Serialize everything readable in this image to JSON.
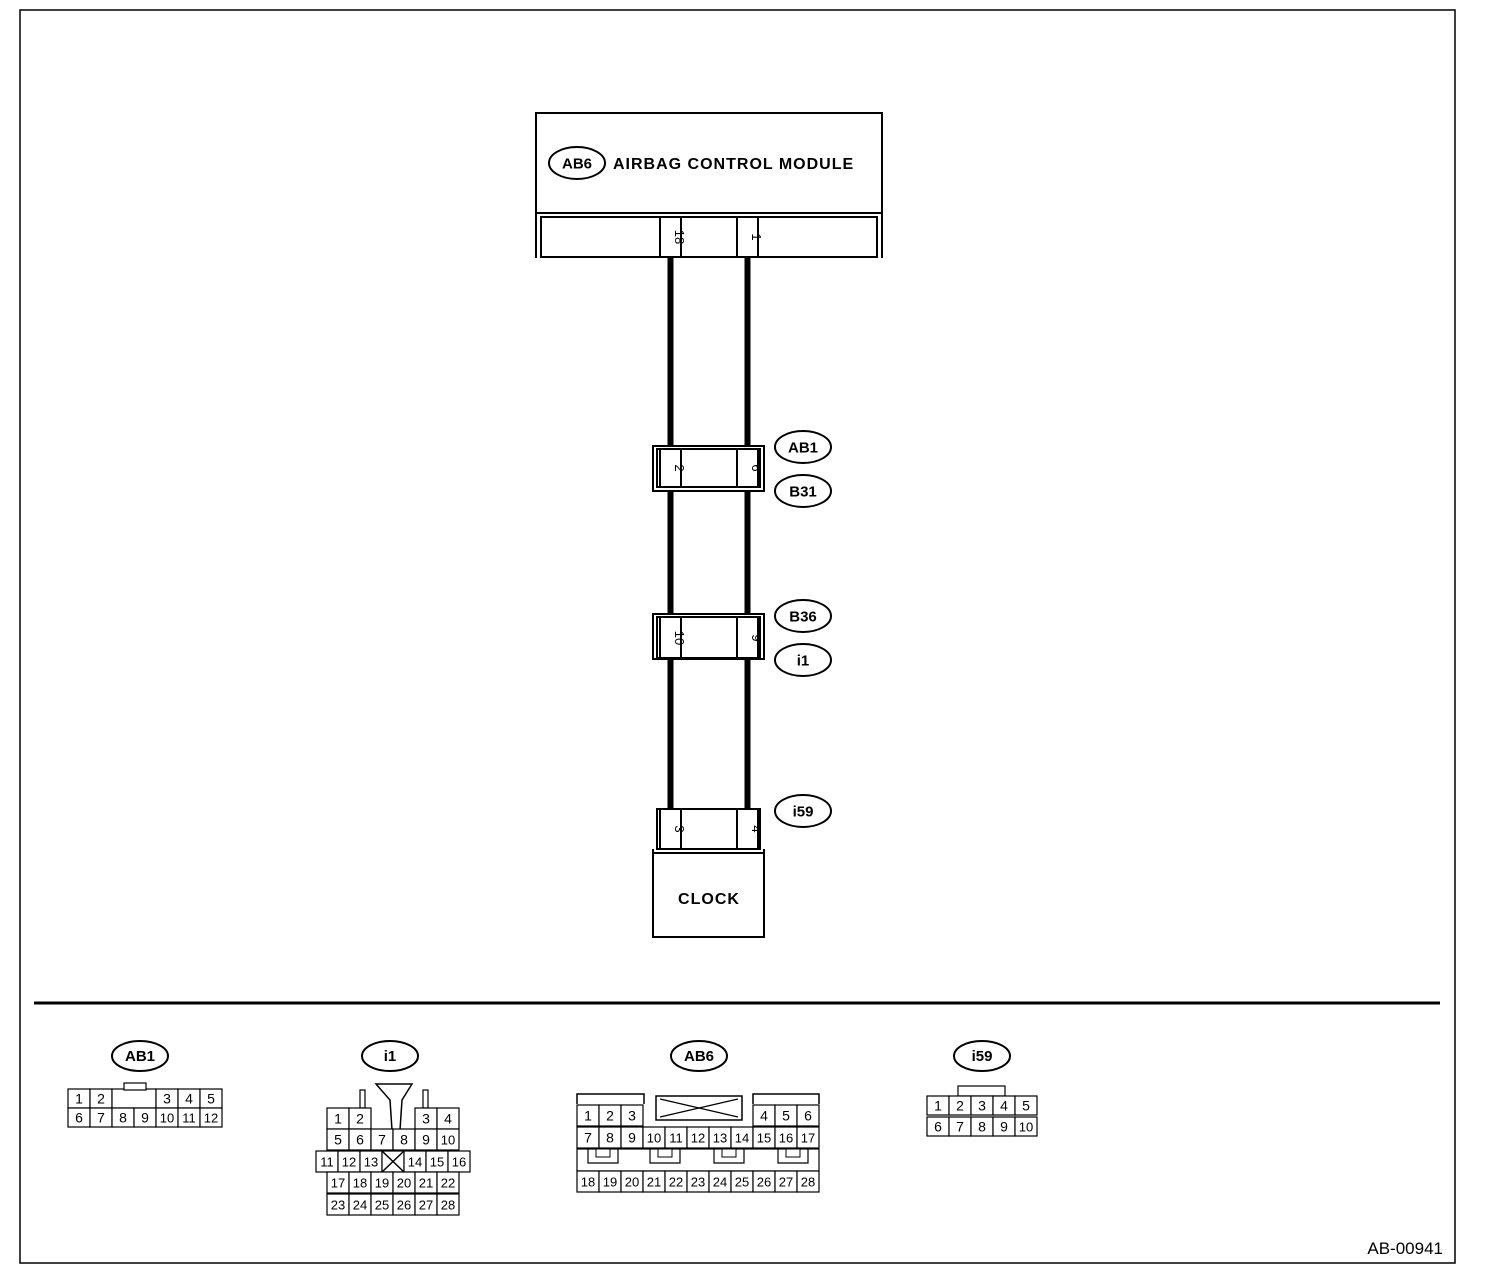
{
  "module": {
    "tag": "AB6",
    "title": "AIRBAG CONTROL MODULE",
    "pin_left": "18",
    "pin_right": "1"
  },
  "junctions": [
    {
      "tag_top": "AB1",
      "tag_bottom": "B31",
      "pin_left": "2",
      "pin_right": "6"
    },
    {
      "tag_top": "B36",
      "tag_bottom": "i1",
      "pin_left": "10",
      "pin_right": "9"
    }
  ],
  "clock": {
    "tag": "i59",
    "title": "CLOCK",
    "pin_left": "3",
    "pin_right": "4"
  },
  "connector_views": {
    "ab1": {
      "tag": "AB1",
      "row1": [
        "1",
        "2",
        "3",
        "4",
        "5"
      ],
      "row2": [
        "6",
        "7",
        "8",
        "9",
        "10",
        "11",
        "12"
      ]
    },
    "i1": {
      "tag": "i1",
      "row1": [
        "1",
        "2",
        "3",
        "4"
      ],
      "row2": [
        "5",
        "6",
        "7",
        "8",
        "9",
        "10"
      ],
      "row3": [
        "11",
        "12",
        "13",
        "14",
        "15",
        "16"
      ],
      "row4": [
        "17",
        "18",
        "19",
        "20",
        "21",
        "22"
      ],
      "row5": [
        "23",
        "24",
        "25",
        "26",
        "27",
        "28"
      ]
    },
    "ab6": {
      "tag": "AB6",
      "row1": [
        "1",
        "2",
        "3",
        "4",
        "5",
        "6"
      ],
      "row2": [
        "7",
        "8",
        "9",
        "10",
        "11",
        "12",
        "13",
        "14",
        "15",
        "16",
        "17"
      ],
      "row3": [
        "18",
        "19",
        "20",
        "21",
        "22",
        "23",
        "24",
        "25",
        "26",
        "27",
        "28"
      ]
    },
    "i59": {
      "tag": "i59",
      "row1": [
        "1",
        "2",
        "3",
        "4",
        "5"
      ],
      "row2": [
        "6",
        "7",
        "8",
        "9",
        "10"
      ]
    }
  },
  "figure_id": "AB-00941"
}
